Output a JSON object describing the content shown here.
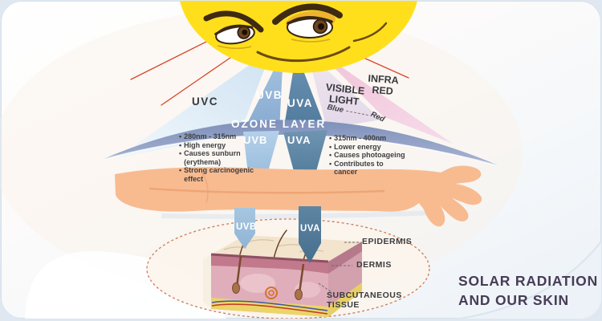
{
  "title": {
    "line1": "SOLAR RADIATION",
    "line2": "AND OUR SKIN"
  },
  "rays": {
    "uvc": "UVC",
    "uvb": "UVB",
    "uva": "UVA",
    "visible_line1": "VISIBLE",
    "visible_line2": "LIGHT",
    "visible_scale_left": "Blue",
    "visible_scale_right": "Red",
    "infra_line1": "INFRA",
    "infra_line2": "RED"
  },
  "ozone": {
    "label": "OZONE LAYER"
  },
  "below_ozone": {
    "uvb": "UVB",
    "uva": "UVA"
  },
  "uvb_facts": [
    "280nm - 315nm",
    "High energy",
    "Causes sunburn (erythema)",
    "Strong carcinogenic effect"
  ],
  "uva_facts": [
    "315nm - 400nm",
    "Lower energy",
    "Causes photoageing",
    "Contributes to cancer"
  ],
  "skin_section": {
    "uvb_arrow": "UVB",
    "uva_arrow": "UVA",
    "epidermis": "EPIDERMIS",
    "dermis": "DERMIS",
    "subcutaneous_line1": "SUBCUTANEOUS",
    "subcutaneous_line2": "TISSUE"
  },
  "colors": {
    "sun": "#ffdf1c",
    "uvc_beam": "#d7e6f4",
    "uvb_beam": "#8fb3d9",
    "uva_beam": "#5d87a8",
    "visible_beam": "#eae0ed",
    "infrared_beam": "#f2c6da",
    "ozone_band": "#8c9dc2",
    "skin_tone": "#f8bb90",
    "red_ray": "#d9472b",
    "dashed_ellipse": "#cc7a58",
    "title_text": "#473c57"
  }
}
